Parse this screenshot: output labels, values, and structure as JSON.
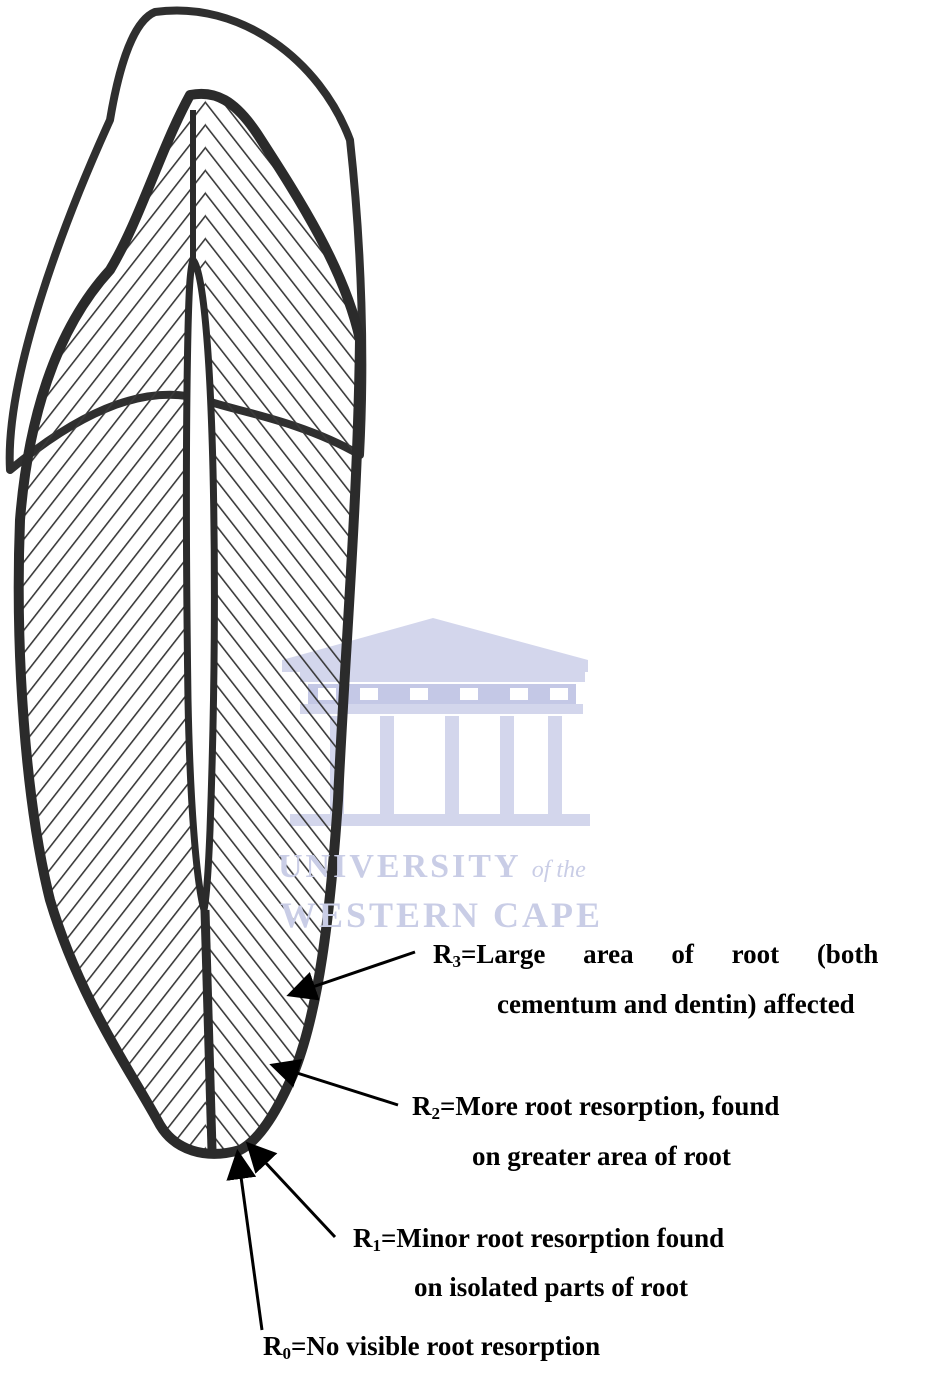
{
  "watermark": {
    "line1": "UNIVERSITY",
    "line1_suffix": "of the",
    "line2": "WESTERN CAPE",
    "color": "#c9cde6"
  },
  "labels": {
    "r3": {
      "symbol": "R",
      "sub": "3",
      "line1": "=Large area of root (both",
      "line2": "cementum and dentin) affected"
    },
    "r2": {
      "symbol": "R",
      "sub": "2",
      "line1": "=More root resorption, found",
      "line2": "on greater area of root"
    },
    "r1": {
      "symbol": "R",
      "sub": "1",
      "line1": "=Minor root resorption found",
      "line2": "on isolated parts of root"
    },
    "r0": {
      "symbol": "R",
      "sub": "0",
      "line1": "=No visible root resorption"
    }
  }
}
